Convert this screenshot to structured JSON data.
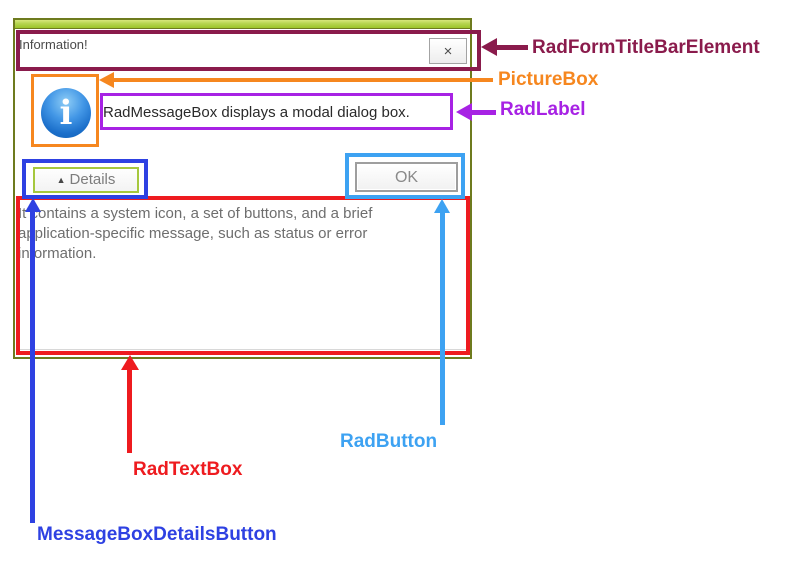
{
  "dialog": {
    "title": "Information!",
    "close_glyph": "×",
    "info_icon_glyph": "i",
    "message": "RadMessageBox displays a modal dialog box.",
    "details_button": {
      "arrow_glyph": "▲",
      "label": "Details"
    },
    "ok_button": {
      "label": "OK"
    },
    "details_text": "It contains a system icon, a set of buttons, and a brief\napplication-specific message, such as status or error\ninformation."
  },
  "annotations": {
    "titlebar": {
      "label": "RadFormTitleBarElement",
      "color": "#8a1b4c"
    },
    "picturebox": {
      "label": "PictureBox",
      "color": "#f6871f"
    },
    "radlabel": {
      "label": "RadLabel",
      "color": "#a722e4"
    },
    "details": {
      "label": "MessageBoxDetailsButton",
      "color": "#2e41e2"
    },
    "okbutton": {
      "label": "RadButton",
      "color": "#3da2f2"
    },
    "textbox": {
      "label": "RadTextBox",
      "color": "#ee1b1f"
    }
  },
  "theme": {
    "dialog_border": "#6e7b1e",
    "titlebar_stripe": "#a3ca30",
    "icon_blue": "#1b6fca"
  }
}
